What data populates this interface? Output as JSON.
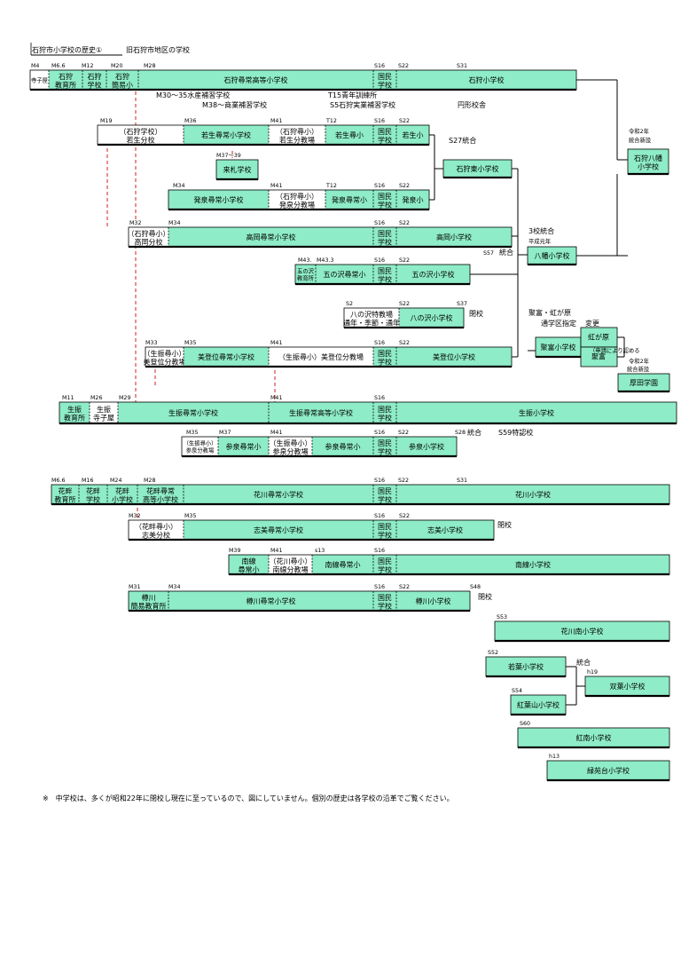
{
  "title": "石狩市小学校の歴史①",
  "subtitle": "旧石狩市地区の学校",
  "footnote": "※　中学校は、多くが昭和22年に閉校し現在に至っているので、図にしていません。個別の歴史は各学校の沿革でご覧ください。",
  "colors": {
    "fill": "#8eecc8",
    "line": "#000000",
    "dash": "#cc2222",
    "white": "#ffffff"
  },
  "lanes": [
    {
      "segments": [
        {
          "label": "寺子屋",
          "small": true,
          "fill": false
        },
        {
          "label": "石狩\n教育所"
        },
        {
          "label": "石狩\n学校"
        },
        {
          "label": "石狩\n簡易小"
        },
        {
          "label": "石狩尋常高等小学校"
        },
        {
          "label": "国民\n学校"
        },
        {
          "label": "石狩小学校"
        }
      ],
      "marks": [
        "M4",
        "M6.6",
        "M12",
        "M20",
        "M28",
        "S16",
        "S22",
        "S31"
      ]
    },
    {
      "segments": [
        {
          "label": "（石狩学校）\n若生分校",
          "fill": false
        },
        {
          "label": "若生尋常小学校"
        },
        {
          "label": "（石狩尋小）\n若生分教場",
          "fill": false
        },
        {
          "label": "若生尋小"
        },
        {
          "label": "国民\n学校"
        },
        {
          "label": "若生小"
        }
      ],
      "marks": [
        "M19",
        "M36",
        "M41",
        "T12",
        "S16",
        "S22"
      ]
    },
    {
      "segments": [
        {
          "label": "来札学校"
        }
      ],
      "marks": [
        "M37〜39"
      ]
    },
    {
      "segments": [
        {
          "label": "石狩東小学校"
        }
      ],
      "marks": []
    },
    {
      "segments": [
        {
          "label": "発泉尋常小学校"
        },
        {
          "label": "（石狩尋小）\n発泉分教場",
          "fill": false
        },
        {
          "label": "発泉尋常小"
        },
        {
          "label": "国民\n学校"
        },
        {
          "label": "発泉小"
        }
      ],
      "marks": [
        "M34",
        "M41",
        "T12",
        "S16",
        "S22"
      ]
    },
    {
      "segments": [
        {
          "label": "（石狩尋小）\n高岡分校",
          "fill": false
        },
        {
          "label": "高岡尋常小学校"
        },
        {
          "label": "国民\n学校"
        },
        {
          "label": "高岡小学校"
        }
      ],
      "marks": [
        "M32",
        "M34",
        "S16",
        "S22"
      ]
    },
    {
      "segments": [
        {
          "label": "八幡小学校"
        }
      ],
      "marks": []
    },
    {
      "segments": [
        {
          "label": "五の沢\n教育所",
          "small": true
        },
        {
          "label": "五の沢尋常小"
        },
        {
          "label": "国民\n学校"
        },
        {
          "label": "五の沢小学校"
        }
      ],
      "marks": [
        "M43.",
        "M43.3",
        "S16",
        "S22"
      ]
    },
    {
      "segments": [
        {
          "label": "八の沢特教場\n通年・季節・通年",
          "fill": false
        },
        {
          "label": "八の沢小学校"
        }
      ],
      "marks": [
        "S2",
        "S22",
        "S37"
      ]
    },
    {
      "segments": [
        {
          "label": "（生振尋小）\n美登位分教場",
          "fill": false
        },
        {
          "label": "美登位尋常小学校"
        },
        {
          "label": "（生振尋小）美登位分教場",
          "fill": false
        },
        {
          "label": "国民\n学校"
        },
        {
          "label": "美登位小学校"
        }
      ],
      "marks": [
        "M33",
        "M35",
        "M41",
        "S16",
        "S22"
      ]
    },
    {
      "segments": [
        {
          "label": "聚富小学校"
        }
      ],
      "marks": []
    },
    {
      "segments": [
        {
          "label": "虹が原"
        },
        {
          "label": "聚富"
        }
      ],
      "marks": []
    },
    {
      "segments": [
        {
          "label": "石狩八幡\n小学校"
        }
      ],
      "marks": []
    },
    {
      "segments": [
        {
          "label": "厚田学園"
        }
      ],
      "marks": []
    },
    {
      "segments": [
        {
          "label": "生振\n教育所"
        },
        {
          "label": "生振\n寺子屋",
          "fill": false
        },
        {
          "label": "生振尋常小学校"
        },
        {
          "label": "生振尋常高等小学校"
        },
        {
          "label": "国民\n学校"
        },
        {
          "label": "生振小学校"
        }
      ],
      "marks": [
        "M11",
        "M26",
        "M29",
        "M41",
        "S16"
      ]
    },
    {
      "segments": [
        {
          "label": "（生振尋小）\n参泉分教場",
          "small": true,
          "fill": false
        },
        {
          "label": "参泉尋常小"
        },
        {
          "label": "（生振尋小）\n参泉分教場",
          "fill": false
        },
        {
          "label": "参泉尋常小"
        },
        {
          "label": "国民\n学校"
        },
        {
          "label": "参泉小学校"
        }
      ],
      "marks": [
        "M35",
        "M37",
        "M41",
        "S16",
        "S22",
        "S28"
      ]
    },
    {
      "segments": [
        {
          "label": "花畔\n教育所"
        },
        {
          "label": "花畔\n学校"
        },
        {
          "label": "花畔\n小学校"
        },
        {
          "label": "花畔尋常\n高等小学校"
        },
        {
          "label": "花川尋常小学校"
        },
        {
          "label": "国民\n学校"
        },
        {
          "label": "花川小学校"
        }
      ],
      "marks": [
        "M6.6",
        "M16",
        "M24",
        "M28",
        "S16",
        "S22",
        "S31"
      ]
    },
    {
      "segments": [
        {
          "label": "（花畔尋小）\n志美分校",
          "fill": false
        },
        {
          "label": "志美尋常小学校"
        },
        {
          "label": "国民\n学校"
        },
        {
          "label": "志美小学校"
        }
      ],
      "marks": [
        "M32",
        "M35",
        "S16",
        "S22"
      ]
    },
    {
      "segments": [
        {
          "label": "南線\n尋常小"
        },
        {
          "label": "（花川尋小）\n南線分教場",
          "fill": false
        },
        {
          "label": "南線尋常小"
        },
        {
          "label": "国民\n学校"
        },
        {
          "label": "南線小学校"
        }
      ],
      "marks": [
        "M39",
        "M41",
        "s13",
        "S16"
      ]
    },
    {
      "segments": [
        {
          "label": "樽川\n簡易教育所"
        },
        {
          "label": "樽川尋常小学校"
        },
        {
          "label": "国民\n学校"
        },
        {
          "label": "樽川小学校"
        }
      ],
      "marks": [
        "M31",
        "M34",
        "S16",
        "S22",
        "S48"
      ]
    },
    {
      "segments": [
        {
          "label": "花川南小学校"
        }
      ],
      "marks": [
        "S53"
      ]
    },
    {
      "segments": [
        {
          "label": "若葉小学校"
        }
      ],
      "marks": [
        "S52"
      ]
    },
    {
      "segments": [
        {
          "label": "双葉小学校"
        }
      ],
      "marks": [
        "h19"
      ]
    },
    {
      "segments": [
        {
          "label": "紅葉山小学校"
        }
      ],
      "marks": [
        "S54"
      ]
    },
    {
      "segments": [
        {
          "label": "紅南小学校"
        }
      ],
      "marks": [
        "S60"
      ]
    },
    {
      "segments": [
        {
          "label": "緑苑台小学校"
        }
      ],
      "marks": [
        "h13"
      ]
    }
  ],
  "notes": [
    "M30〜35水産補習学校",
    "T15青年訓練所",
    "M38〜商業補習学校",
    "S5石狩実業補習学校",
    "円形校舎",
    "S27統合",
    "S57",
    "統合",
    "3校統合",
    "平成元年",
    "令和2年",
    "統合新設",
    "閉校",
    "聚富・虹が原",
    "通学区指定",
    "変更",
    "（申請により認める",
    "令和2年",
    "統合新設",
    "統合",
    "S59特認校",
    "閉校",
    "閉校",
    "統合"
  ]
}
